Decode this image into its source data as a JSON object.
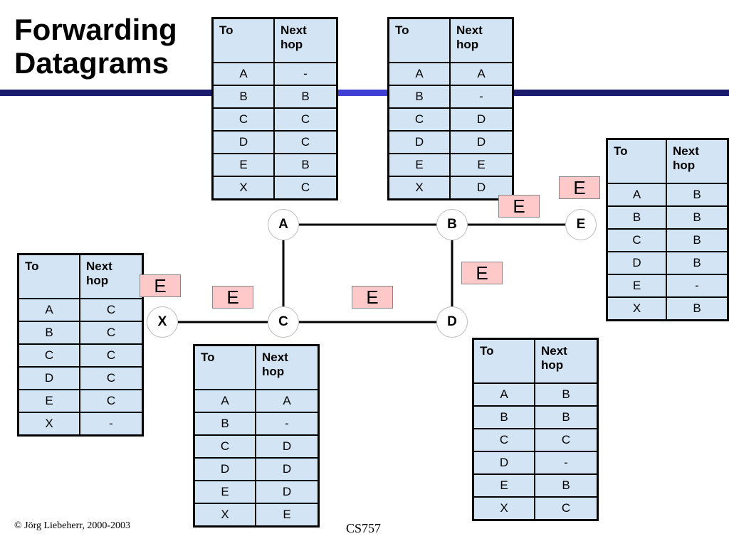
{
  "title_lines": [
    "Forwarding",
    "Datagrams"
  ],
  "header": {
    "to": "To",
    "next1": "Next",
    "next2": "hop"
  },
  "tables": {
    "A": [
      [
        "A",
        "-"
      ],
      [
        "B",
        "B"
      ],
      [
        "C",
        "C"
      ],
      [
        "D",
        "C"
      ],
      [
        "E",
        "B"
      ],
      [
        "X",
        "C"
      ]
    ],
    "B": [
      [
        "A",
        "A"
      ],
      [
        "B",
        "-"
      ],
      [
        "C",
        "D"
      ],
      [
        "D",
        "D"
      ],
      [
        "E",
        "E"
      ],
      [
        "X",
        "D"
      ]
    ],
    "E": [
      [
        "A",
        "B"
      ],
      [
        "B",
        "B"
      ],
      [
        "C",
        "B"
      ],
      [
        "D",
        "B"
      ],
      [
        "E",
        "-"
      ],
      [
        "X",
        "B"
      ]
    ],
    "X": [
      [
        "A",
        "C"
      ],
      [
        "B",
        "C"
      ],
      [
        "C",
        "C"
      ],
      [
        "D",
        "C"
      ],
      [
        "E",
        "C"
      ],
      [
        "X",
        "-"
      ]
    ],
    "C": [
      [
        "A",
        "A"
      ],
      [
        "B",
        "-"
      ],
      [
        "C",
        "D"
      ],
      [
        "D",
        "D"
      ],
      [
        "E",
        "D"
      ],
      [
        "X",
        "E"
      ]
    ],
    "D": [
      [
        "A",
        "B"
      ],
      [
        "B",
        "B"
      ],
      [
        "C",
        "C"
      ],
      [
        "D",
        "-"
      ],
      [
        "E",
        "B"
      ],
      [
        "X",
        "C"
      ]
    ]
  },
  "nodes": {
    "A": "A",
    "B": "B",
    "C": "C",
    "D": "D",
    "E": "E",
    "X": "X"
  },
  "packet_label": "E",
  "footer": {
    "copyright": "© Jörg Liebeherr, 2000-2003",
    "course": "CS757"
  },
  "colors": {
    "table_fill": "#d3e5f5",
    "packet_fill": "#ffc9c9",
    "rule_dark": "#1c1c6e",
    "rule_blue": "#3f3fd6"
  }
}
